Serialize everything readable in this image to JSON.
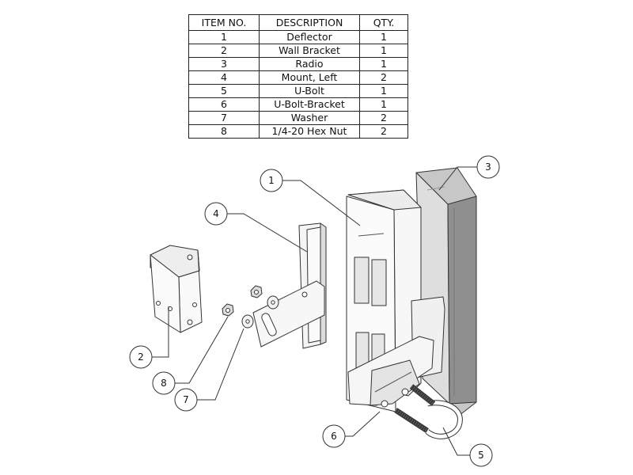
{
  "bom": {
    "headers": [
      "ITEM NO.",
      "DESCRIPTION",
      "QTY."
    ],
    "rows": [
      [
        "1",
        "Deflector",
        "1"
      ],
      [
        "2",
        "Wall Bracket",
        "1"
      ],
      [
        "3",
        "Radio",
        "1"
      ],
      [
        "4",
        "Mount, Left",
        "2"
      ],
      [
        "5",
        "U-Bolt",
        "1"
      ],
      [
        "6",
        "U-Bolt-Bracket",
        "1"
      ],
      [
        "7",
        "Washer",
        "2"
      ],
      [
        "8",
        "1/4-20 Hex Nut",
        "2"
      ]
    ]
  },
  "callouts": [
    "1",
    "2",
    "3",
    "4",
    "5",
    "6",
    "7",
    "8"
  ],
  "colors": {
    "line": "#333333",
    "panel": "#9a9a9a",
    "panel_light": "#d8d8d8",
    "part": "#f4f4f4"
  }
}
